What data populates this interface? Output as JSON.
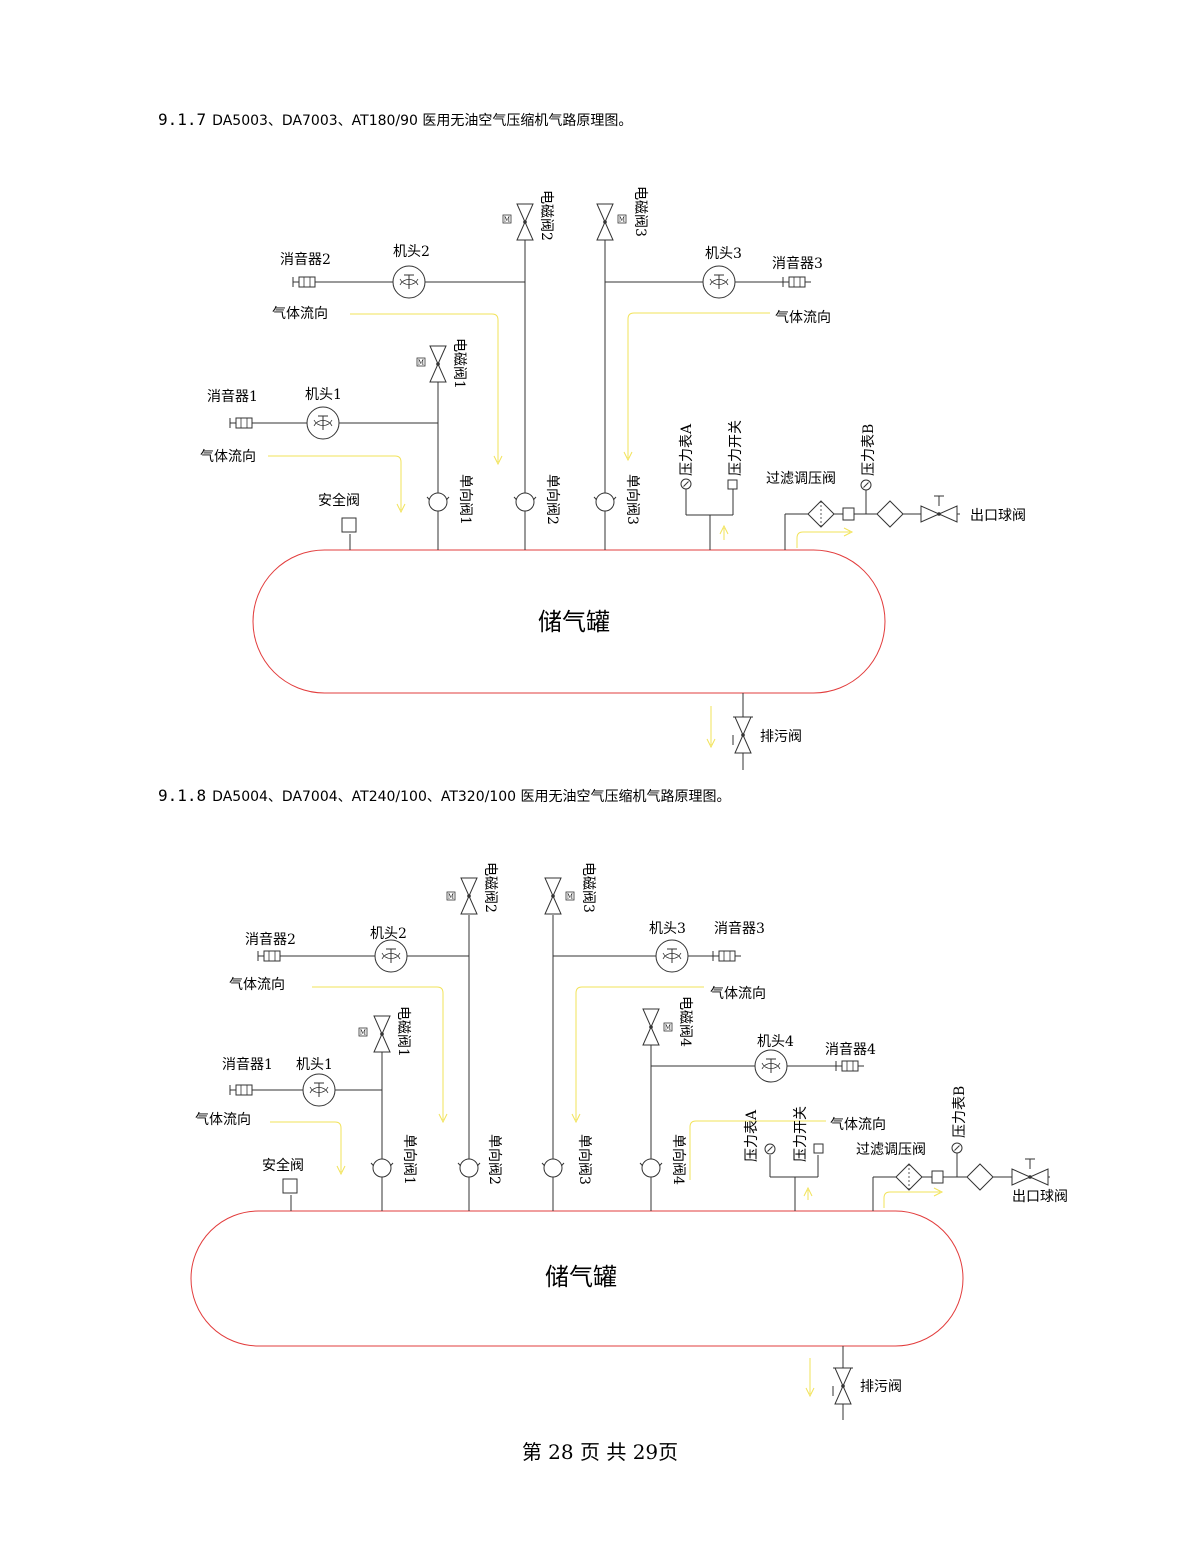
{
  "heading1": {
    "number": "9.1.7",
    "text": "DA5003、DA7003、AT180/90 医用无油空气压缩机气路原理图。"
  },
  "heading2": {
    "number": "9.1.8",
    "text": "DA5004、DA7004、AT240/100、AT320/100 医用无油空气压缩机气路原理图。"
  },
  "diagram1": {
    "tank": "储气罐",
    "muffler1": "消音器1",
    "muffler2": "消音器2",
    "muffler3": "消音器3",
    "head1": "机头1",
    "head2": "机头2",
    "head3": "机头3",
    "solenoid1": "电磁阀1",
    "solenoid2": "电磁阀2",
    "solenoid3": "电磁阀3",
    "check1": "单向阀1",
    "check2": "单向阀2",
    "check3": "单向阀3",
    "flow": "气体流向",
    "safety": "安全阀",
    "gaugeA": "压力表A",
    "pswitch": "压力开关",
    "gaugeB": "压力表B",
    "filter": "过滤调压阀",
    "outlet": "出口球阀",
    "drain": "排污阀"
  },
  "diagram2": {
    "tank": "储气罐",
    "muffler1": "消音器1",
    "muffler2": "消音器2",
    "muffler3": "消音器3",
    "muffler4": "消音器4",
    "head1": "机头1",
    "head2": "机头2",
    "head3": "机头3",
    "head4": "机头4",
    "solenoid1": "电磁阀1",
    "solenoid2": "电磁阀2",
    "solenoid3": "电磁阀3",
    "solenoid4": "电磁阀4",
    "check1": "单向阀1",
    "check2": "单向阀2",
    "check3": "单向阀3",
    "check4": "单向阀4",
    "flow": "气体流向",
    "safety": "安全阀",
    "gaugeA": "压力表A",
    "pswitch": "压力开关",
    "gaugeB": "压力表B",
    "filter": "过滤调压阀",
    "outlet": "出口球阀",
    "drain": "排污阀"
  },
  "footer": "第 28 页  共  29页",
  "colors": {
    "tank": "#e23c3c",
    "flow": "#f2e35a",
    "line": "#333333"
  }
}
